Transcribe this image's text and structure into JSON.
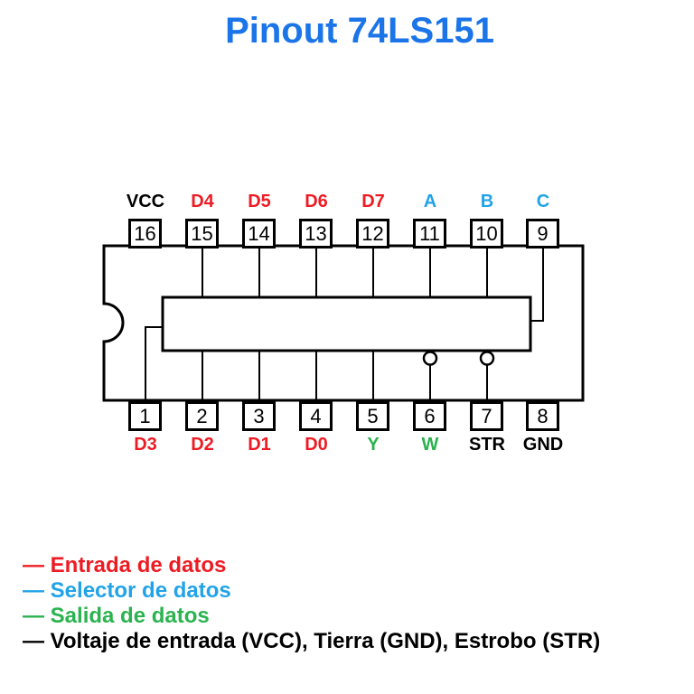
{
  "page_title": "Pinout 74LS151",
  "colors": {
    "title": "#1B75E9",
    "input": "#ED1C24",
    "selector": "#21A3E8",
    "output": "#2AB34F",
    "power": "#000000"
  },
  "chip": {
    "name": "74LS151",
    "top_pins": [
      {
        "number": "16",
        "label": "VCC",
        "type": "power"
      },
      {
        "number": "15",
        "label": "D4",
        "type": "input"
      },
      {
        "number": "14",
        "label": "D5",
        "type": "input"
      },
      {
        "number": "13",
        "label": "D6",
        "type": "input"
      },
      {
        "number": "12",
        "label": "D7",
        "type": "input"
      },
      {
        "number": "11",
        "label": "A",
        "type": "selector"
      },
      {
        "number": "10",
        "label": "B",
        "type": "selector"
      },
      {
        "number": "9",
        "label": "C",
        "type": "selector"
      }
    ],
    "bottom_pins": [
      {
        "number": "1",
        "label": "D3",
        "type": "input"
      },
      {
        "number": "2",
        "label": "D2",
        "type": "input"
      },
      {
        "number": "3",
        "label": "D1",
        "type": "input"
      },
      {
        "number": "4",
        "label": "D0",
        "type": "input"
      },
      {
        "number": "5",
        "label": "Y",
        "type": "output"
      },
      {
        "number": "6",
        "label": "W",
        "type": "output"
      },
      {
        "number": "7",
        "label": "STR",
        "type": "power"
      },
      {
        "number": "8",
        "label": "GND",
        "type": "power"
      }
    ]
  },
  "legend": [
    {
      "text": "— Entrada de datos",
      "type": "input"
    },
    {
      "text": "— Selector de datos",
      "type": "selector"
    },
    {
      "text": "— Salida de datos",
      "type": "output"
    },
    {
      "text": "— Voltaje de entrada (VCC), Tierra (GND), Estrobo (STR)",
      "type": "power"
    }
  ]
}
